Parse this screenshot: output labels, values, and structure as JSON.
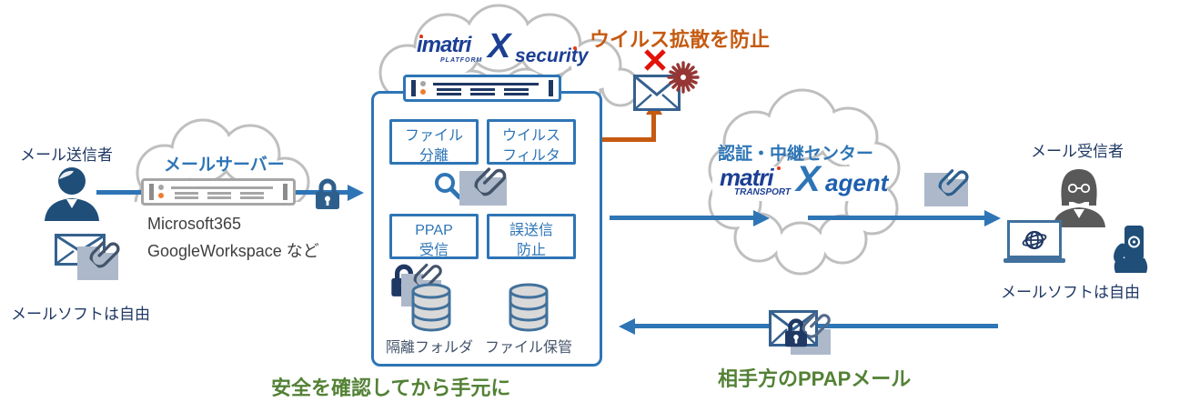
{
  "sender": {
    "label": "メール送信者",
    "note": "メールソフトは自由"
  },
  "mail_server": {
    "label": "メールサーバー",
    "line1": "Microsoft365",
    "line2": "GoogleWorkspace など"
  },
  "security": {
    "logo": {
      "imatri": "imatri",
      "platform": "PLATFORM",
      "x": "X",
      "security": "security"
    },
    "features": [
      {
        "line1": "ファイル",
        "line2": "分離"
      },
      {
        "line1": "ウイルス",
        "line2": "フィルタ"
      },
      {
        "line1": "PPAP",
        "line2": "受信"
      },
      {
        "line1": "誤送信",
        "line2": "防止"
      }
    ],
    "quarantine_label": "隔離フォルダ",
    "storage_label": "ファイル保管"
  },
  "virus_warning": {
    "label": "ウイルス拡散を防止"
  },
  "relay": {
    "label": "認証・中継センター",
    "logo": {
      "matri": "matri",
      "transport": "TRANSPORT",
      "x": "X",
      "agent": "agent"
    }
  },
  "receiver": {
    "label": "メール受信者",
    "note": "メールソフトは自由"
  },
  "notes": {
    "safe_check": "安全を確認してから手元に",
    "ppap_mail": "相手方のPPAPメール"
  },
  "colors": {
    "arrow_blue": "#2E75B6",
    "navy_text": "#1F3864",
    "orange": "#C55A11",
    "green": "#538135",
    "logo_blue": "#1C3F94",
    "logo_red": "#E8380D",
    "cloud_gray": "#BFBFBF"
  }
}
